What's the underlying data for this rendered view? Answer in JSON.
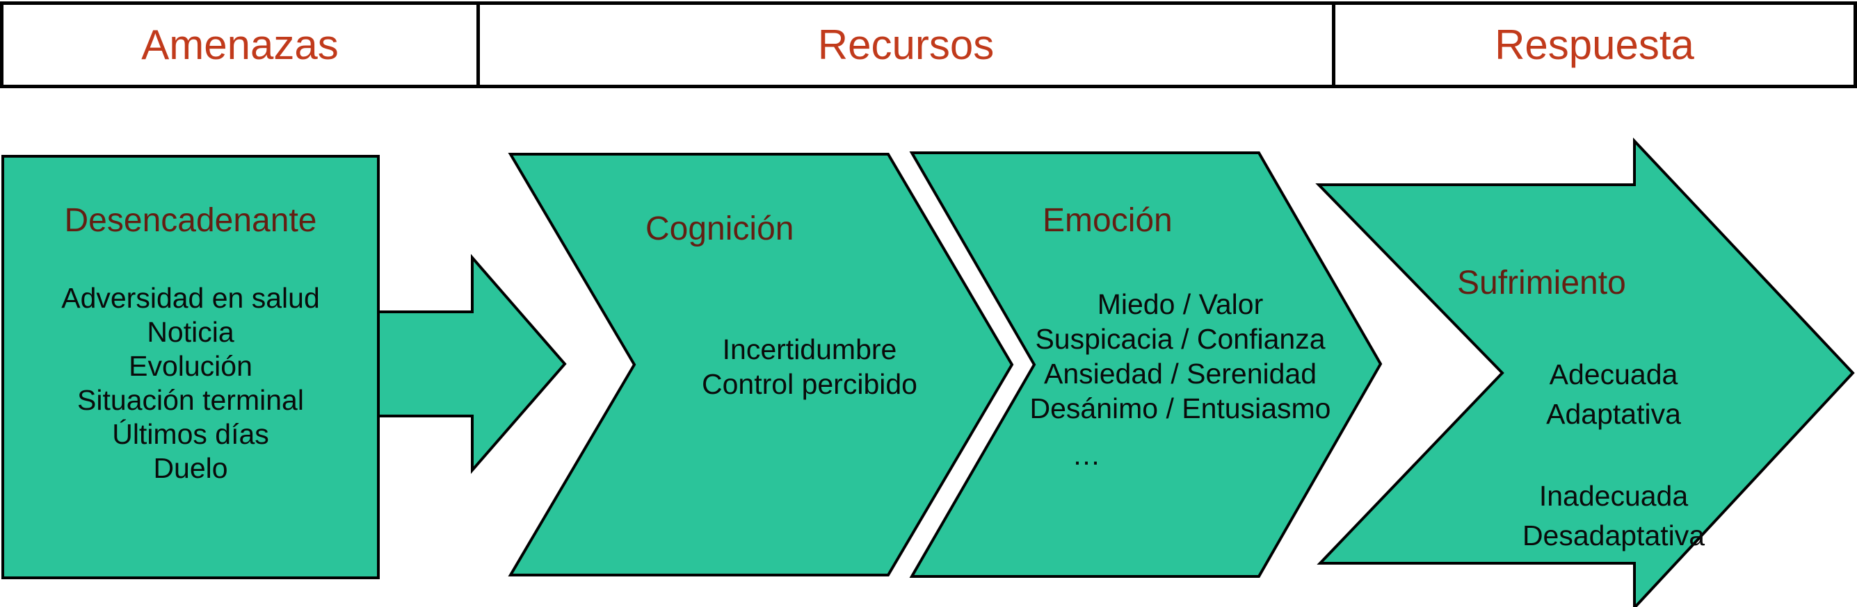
{
  "header": {
    "cells": [
      {
        "label": "Amenazas"
      },
      {
        "label": "Recursos"
      },
      {
        "label": "Respuesta"
      }
    ]
  },
  "shapes": {
    "desencadenante": {
      "title": "Desencadenante",
      "items": [
        "Adversidad en salud",
        "Noticia",
        "Evolución",
        "Situación terminal",
        "Últimos días",
        "Duelo"
      ]
    },
    "cognicion": {
      "title": "Cognición",
      "items": [
        "Incertidumbre",
        "Control percibido"
      ]
    },
    "emocion": {
      "title": "Emoción",
      "items": [
        "Miedo / Valor",
        "Suspicacia / Confianza",
        "Ansiedad / Serenidad",
        "Desánimo / Entusiasmo"
      ],
      "ellipsis": "…"
    },
    "sufrimiento": {
      "title": "Sufrimiento",
      "group1": [
        "Adecuada",
        "Adaptativa"
      ],
      "group2": [
        "Inadecuada",
        "Desadaptativa"
      ]
    }
  },
  "colors": {
    "shape_fill": "#2BC49A",
    "shape_stroke": "#000000",
    "header_label": "#C13A1B",
    "shape_title": "#641E12",
    "body_text": "#0A0A0A",
    "background": "#FFFFFF"
  }
}
